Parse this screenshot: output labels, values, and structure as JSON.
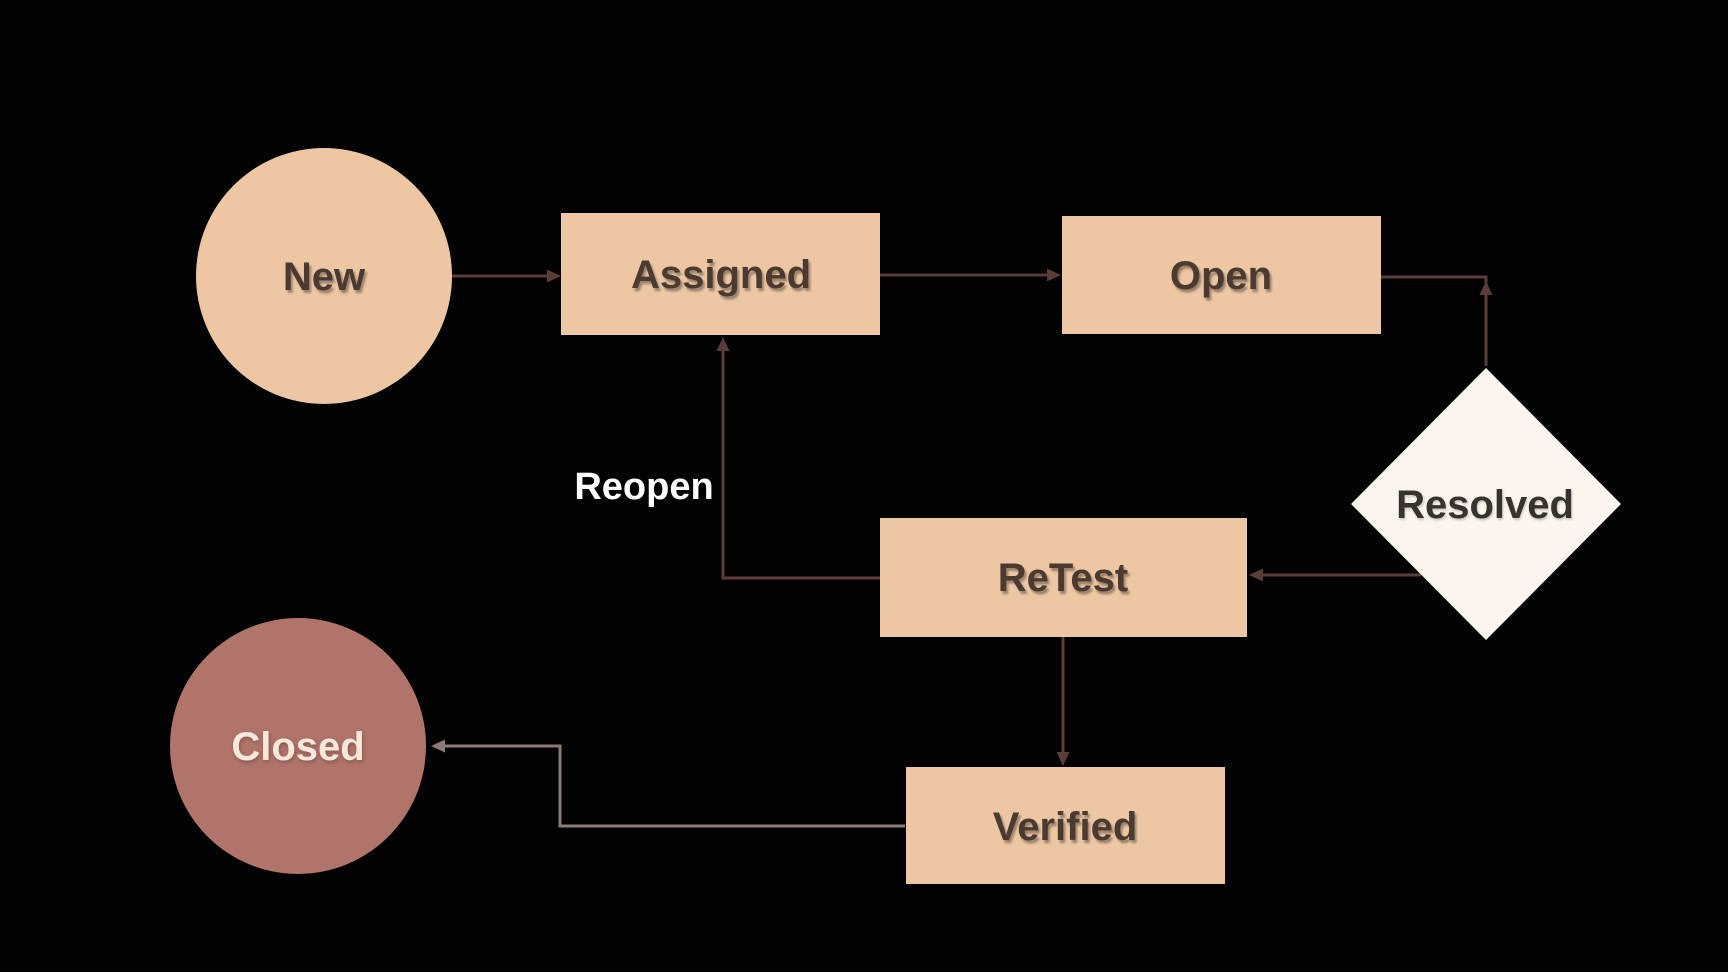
{
  "colors": {
    "background": "#020202",
    "node_fill": "#edc6a4",
    "closed_fill": "#b1746a",
    "diamond_fill": "#fcf5ee",
    "node_text": "#4b3a30",
    "diamond_text": "#37332f",
    "closed_text": "#f7e8db",
    "edge_label_text": "#fdfdfd",
    "arrow": "#5a3c38",
    "arrow_light": "#8c7a76"
  },
  "nodes": {
    "new": {
      "label": "New",
      "shape": "circle"
    },
    "assigned": {
      "label": "Assigned",
      "shape": "rectangle"
    },
    "open": {
      "label": "Open",
      "shape": "rectangle"
    },
    "resolved": {
      "label": "Resolved",
      "shape": "diamond"
    },
    "retest": {
      "label": "ReTest",
      "shape": "rectangle"
    },
    "verified": {
      "label": "Verified",
      "shape": "rectangle"
    },
    "closed": {
      "label": "Closed",
      "shape": "circle"
    }
  },
  "edges": [
    {
      "from": "New",
      "to": "Assigned"
    },
    {
      "from": "Assigned",
      "to": "Open"
    },
    {
      "from": "Open",
      "to": "Resolved"
    },
    {
      "from": "Resolved",
      "to": "ReTest"
    },
    {
      "from": "ReTest",
      "to": "Assigned",
      "label": "Reopen"
    },
    {
      "from": "ReTest",
      "to": "Verified"
    },
    {
      "from": "Verified",
      "to": "Closed"
    }
  ]
}
